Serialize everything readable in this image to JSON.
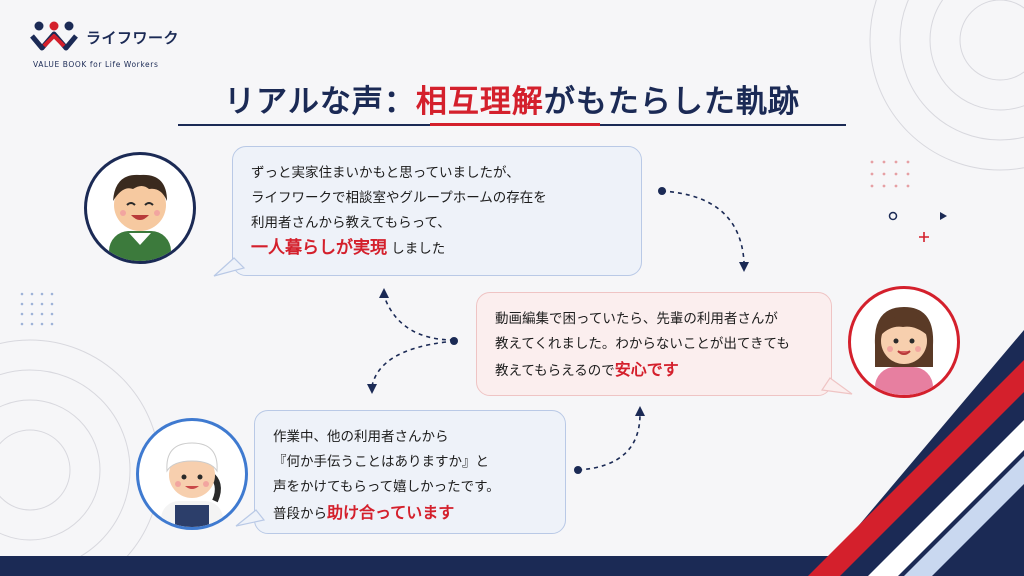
{
  "brand": {
    "name": "ライフワーク",
    "tagline": "VALUE BOOK for Life Workers"
  },
  "title": {
    "prefix": "リアルな声：",
    "highlight": "相互理解",
    "suffix": "がもたらした軌跡"
  },
  "testimonials": [
    {
      "lines": [
        "ずっと実家住まいかもと思っていましたが、",
        "ライフワークで相談室やグループホームの存在を",
        "利用者さんから教えてもらって、"
      ],
      "emphasis": "一人暮らしが実現",
      "tail": "しました"
    },
    {
      "lines": [
        "動画編集で困っていたら、先輩の利用者さんが",
        "教えてくれました。わからないことが出てきても"
      ],
      "last_prefix": "教えてもらえるので",
      "emphasis": "安心です"
    },
    {
      "lines": [
        "作業中、他の利用者さんから",
        "『何か手伝うことはありますか』と",
        "声をかけてもらって嬉しかったです。"
      ],
      "last_prefix": "普段から",
      "emphasis": "助け合っています"
    }
  ],
  "colors": {
    "navy": "#1b2a55",
    "red": "#d4202c",
    "blue": "#3f7ad0",
    "bubble_blue": "#eef2f9",
    "bubble_pink": "#fbeeee"
  },
  "icons": [
    "logo-mark-icon",
    "boy-avatar-icon",
    "woman-avatar-icon",
    "worker-avatar-icon",
    "flow-arrow-icon"
  ]
}
